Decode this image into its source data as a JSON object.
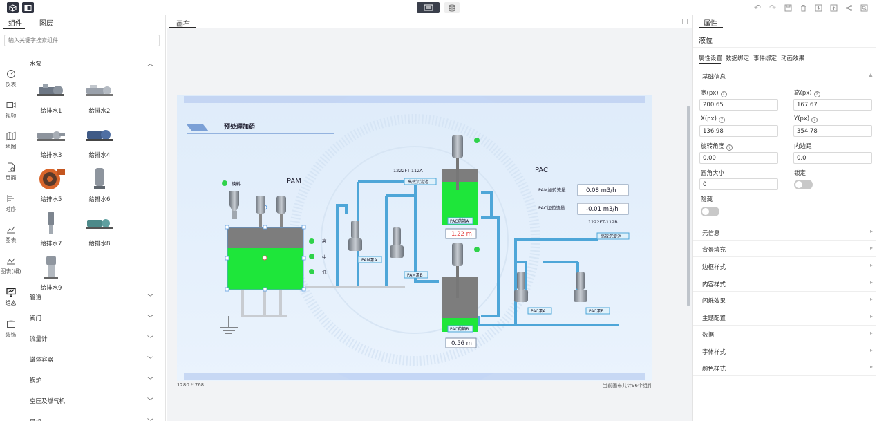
{
  "toolbar": {
    "right_icons": [
      "undo-icon",
      "redo-icon",
      "save-icon",
      "delete-icon",
      "import-icon",
      "export-icon",
      "share-icon",
      "preview-icon"
    ]
  },
  "left": {
    "tabs": [
      "组件",
      "图层"
    ],
    "search_placeholder": "输入关键字搜索组件",
    "rail": [
      {
        "label": "仪表",
        "icon": "gauge-icon"
      },
      {
        "label": "视频",
        "icon": "video-icon"
      },
      {
        "label": "地图",
        "icon": "map-icon"
      },
      {
        "label": "页面",
        "icon": "page-icon"
      },
      {
        "label": "时序",
        "icon": "timeline-icon"
      },
      {
        "label": "图表",
        "icon": "chart-icon"
      },
      {
        "label": "图表(细)",
        "icon": "chart-fine-icon"
      },
      {
        "label": "组态",
        "icon": "scada-icon"
      },
      {
        "label": "装饰",
        "icon": "decoration-icon"
      }
    ],
    "categories": {
      "pump": "水泵",
      "pipe": "管道",
      "valve": "阀门",
      "flowmeter": "流量计",
      "tank": "罐体容器",
      "boiler": "锅炉",
      "compressor": "空压及燃气机",
      "fan": "风机"
    },
    "components": [
      "给排水1",
      "给排水2",
      "给排水3",
      "给排水4",
      "给排水5",
      "给排水6",
      "给排水7",
      "给排水8",
      "给排水9"
    ]
  },
  "center": {
    "tab": "画布",
    "canvas_size": "1280 * 768",
    "component_count": "当前画布共计96个组件",
    "diagram": {
      "title": "预处理加药",
      "pam": "PAM",
      "pac": "PAC",
      "feed": "缺料",
      "levels": [
        "高",
        "中",
        "低"
      ],
      "tag_a": "1222FT-112A",
      "tag_b": "1222FT-112B",
      "to_clarifier_1": "高效沉淀池",
      "to_clarifier_2": "高效沉淀池",
      "pam_pump_a": "PAM泵A",
      "pam_pump_b": "PAM泵B",
      "pac_tank_a": "PAC药箱A",
      "pac_tank_b": "PAC药箱B",
      "pac_pump_a": "PAC泵A",
      "pac_pump_b": "PAC泵B",
      "level_a": "1.22 m",
      "level_b": "0.56 m",
      "pam_flow_label": "PAM加药流量",
      "pac_flow_label": "PAC加药流量",
      "pam_flow": "0.08 m3/h",
      "pac_flow": "-0.01 m3/h"
    }
  },
  "right": {
    "tab": "属性",
    "title": "液位",
    "subtabs": [
      "属性设置",
      "数据绑定",
      "事件绑定",
      "动画效果"
    ],
    "basic": "基础信息",
    "fields": {
      "width_label": "宽(px)",
      "width": "200.65",
      "height_label": "高(px)",
      "height": "167.67",
      "x_label": "X(px)",
      "x": "136.98",
      "y_label": "Y(px)",
      "y": "354.78",
      "rotate_label": "旋转角度",
      "rotate": "0.00",
      "padding_label": "内边距",
      "padding": "0.0",
      "radius_label": "圆角大小",
      "radius": "0",
      "lock_label": "锁定",
      "hide_label": "隐藏"
    },
    "sections": [
      "元信息",
      "背景填充",
      "边框样式",
      "内容样式",
      "闪烁效果",
      "主题配置",
      "数据",
      "字体样式",
      "颜色样式"
    ]
  }
}
